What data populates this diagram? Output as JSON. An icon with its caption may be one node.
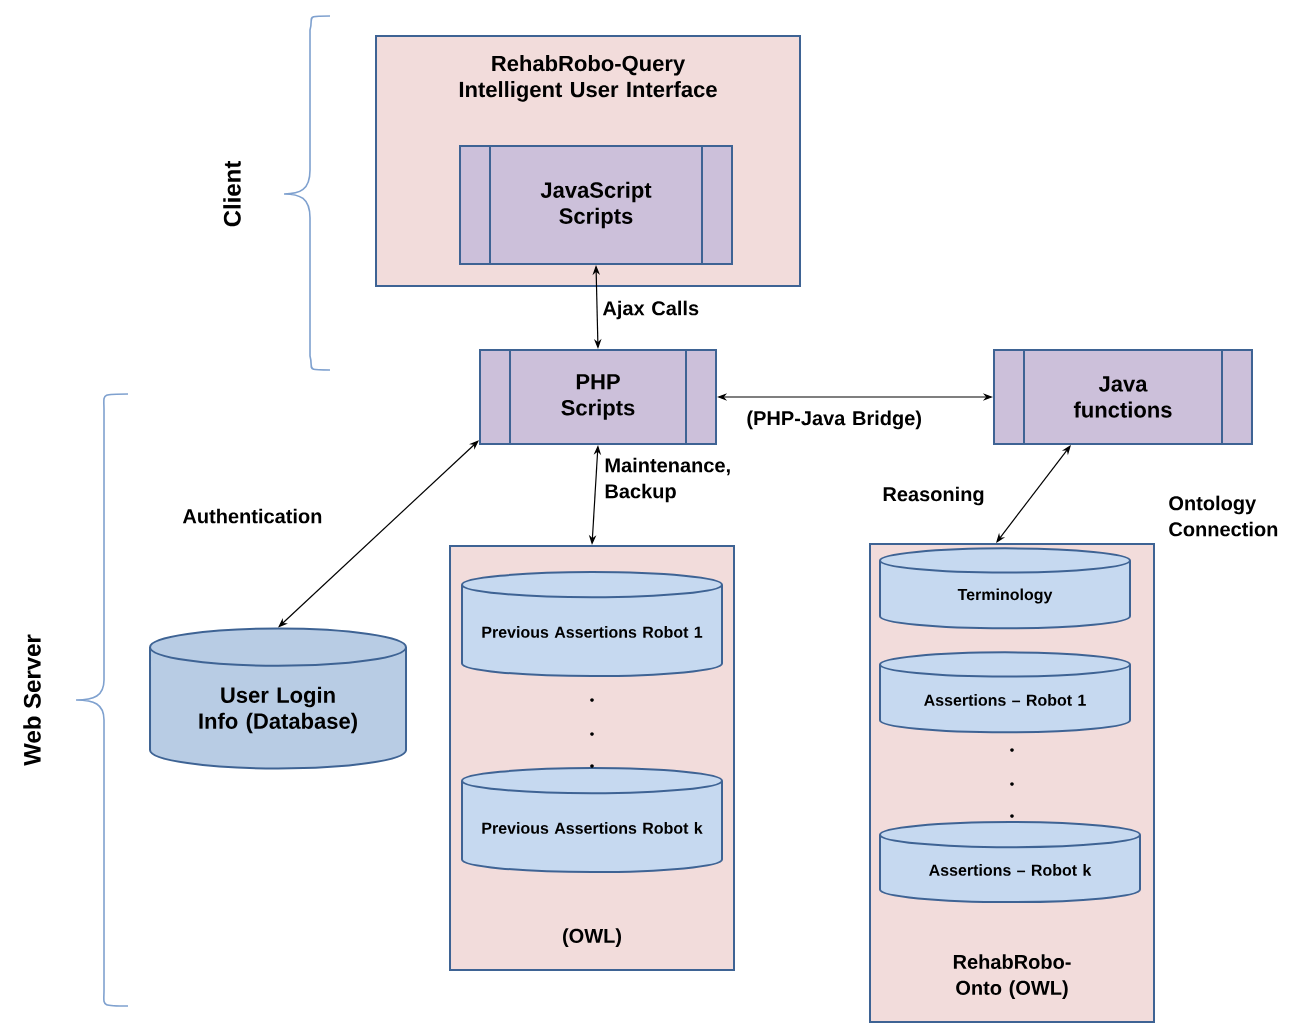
{
  "diagram": {
    "nodes": [
      {
        "text": [
          "RehabRobo-Query Intelligent User Interface"
        ]
      },
      {
        "text": [
          "JavaScript Scripts"
        ],
        "in": 0
      },
      {
        "text": [
          "PHP Scripts"
        ]
      },
      {
        "text": [
          "Java functions"
        ]
      },
      {
        "text": [
          "User Login Info (Database)"
        ]
      },
      {
        "text": [
          "(OWL)"
        ]
      },
      {
        "text": [
          "Previous Assertions Robot 1"
        ],
        "in": 5
      },
      {
        "text": [
          "Previous Assertions Robot k"
        ],
        "in": 5
      },
      {
        "text": [
          "RehabRobo-Onto (OWL)"
        ]
      },
      {
        "text": [
          "Terminology"
        ],
        "in": 8
      },
      {
        "text": [
          "Assertions – Robot 1"
        ],
        "in": 8
      },
      {
        "text": [
          "Assertions – Robot k"
        ],
        "in": 8
      }
    ],
    "edges": [
      {
        "from": 1,
        "to": 2,
        "arrow": "both",
        "label": "Ajax Calls"
      },
      {
        "from": 2,
        "to": 3,
        "arrow": "both",
        "label": "(PHP-Java Bridge)"
      },
      {
        "from": 2,
        "to": 4,
        "arrow": "both",
        "label": "Authentication"
      },
      {
        "from": 2,
        "to": 5,
        "arrow": "both",
        "label": "Maintenance, Backup"
      },
      {
        "from": 3,
        "to": 8,
        "arrow": "both",
        "label": "Reasoning"
      }
    ],
    "labels": [
      "Client",
      "Web Server",
      "Ontology Connection"
    ]
  }
}
